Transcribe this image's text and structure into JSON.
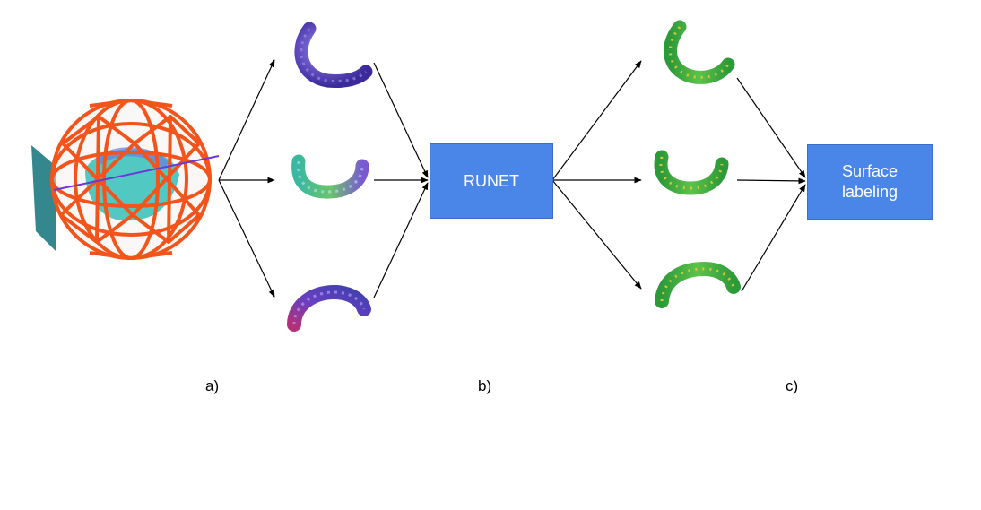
{
  "blocks": {
    "runet": "RUNET",
    "surface_labeling": "Surface\nlabeling"
  },
  "labels": {
    "a": "a)",
    "b": "b)",
    "c": "c)"
  },
  "colors": {
    "sphere_edges": "#f2541b",
    "box_fill": "#4a86e8",
    "teal_plane": "#1e7a80",
    "arrow": "#000000"
  }
}
